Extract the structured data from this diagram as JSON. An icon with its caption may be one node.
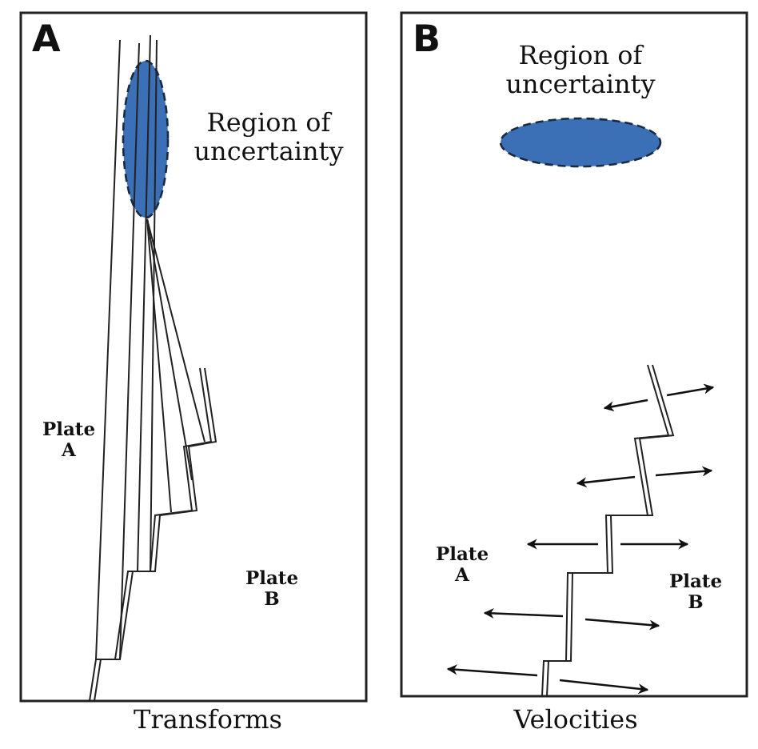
{
  "diagram": {
    "labels": [
      "A",
      "Region of uncertainty",
      "Plate A",
      "Plate B",
      "Transforms",
      "B",
      "Region of uncertainty",
      "Plate A",
      "Plate B",
      "Velocities"
    ]
  }
}
